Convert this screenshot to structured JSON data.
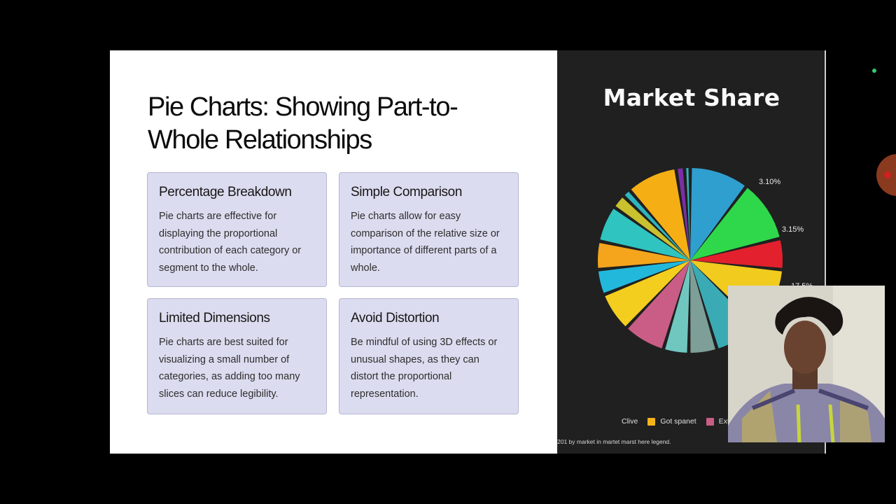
{
  "slide": {
    "title": "Pie Charts: Showing Part-to-Whole Relationships",
    "cards": [
      {
        "heading": "Percentage Breakdown",
        "body": "Pie charts are effective for displaying the proportional contribution of each category or segment to the whole."
      },
      {
        "heading": "Simple Comparison",
        "body": "Pie charts allow for easy comparison of the relative size or importance of different parts of a whole."
      },
      {
        "heading": "Limited Dimensions",
        "body": "Pie charts are best suited for visualizing a small number of categories, as adding too many slices can reduce legibility."
      },
      {
        "heading": "Avoid Distortion",
        "body": "Be mindful of using 3D effects or unusual shapes, as they can distort the proportional representation."
      }
    ]
  },
  "chart_data": {
    "type": "pie",
    "title": "Market Share",
    "slices": [
      {
        "value": 10.5,
        "color": "#2f9fcf",
        "label": "3.10%"
      },
      {
        "value": 11.0,
        "color": "#2ed84a",
        "label": "3.15%"
      },
      {
        "value": 5.5,
        "color": "#e3202d",
        "label": "17.5%"
      },
      {
        "value": 11.0,
        "color": "#f1cb1e",
        "label": ""
      },
      {
        "value": 0,
        "color": "#2a2a2a",
        "label": ""
      },
      {
        "value": 8.0,
        "color": "#3aabb4",
        "label": ""
      },
      {
        "value": 5.0,
        "color": "#7e9e98",
        "label": ""
      },
      {
        "value": 4.5,
        "color": "#6fc7c0",
        "label": ""
      },
      {
        "value": 7.5,
        "color": "#c95d85",
        "label": ""
      },
      {
        "value": 7.0,
        "color": "#f4ce1e",
        "label": ""
      },
      {
        "value": 4.5,
        "color": "#22b8dc",
        "label": ""
      },
      {
        "value": 5.0,
        "color": "#f4a51c",
        "label": ""
      },
      {
        "value": 6.5,
        "color": "#2fc4c0",
        "label": ""
      },
      {
        "value": 2.5,
        "color": "#c9c12e",
        "label": ""
      },
      {
        "value": 1.5,
        "color": "#2fb5bf",
        "label": ""
      },
      {
        "value": 9.0,
        "color": "#f5ae14",
        "label": ""
      },
      {
        "value": 1.5,
        "color": "#7b2fa5",
        "label": ""
      },
      {
        "value": 1.0,
        "color": "#2fb5bf",
        "label": ""
      }
    ],
    "legend": [
      {
        "name": "Clive",
        "color": ""
      },
      {
        "name": "Got spanet",
        "color": "#f4b41a"
      },
      {
        "name": "Extb",
        "color": "#c95d85"
      }
    ],
    "footnote": "201 by market in martet marst here legend."
  },
  "colors": {
    "slide_bg": "#ffffff",
    "card_bg": "#dcdcf0",
    "card_border": "#b6b6d2",
    "chart_bg": "#202020",
    "page_bg": "#000000",
    "rec_indicator": "#2ecc71"
  },
  "icons": {
    "webcam": "presenter-webcam",
    "recording": "recording-dot"
  }
}
